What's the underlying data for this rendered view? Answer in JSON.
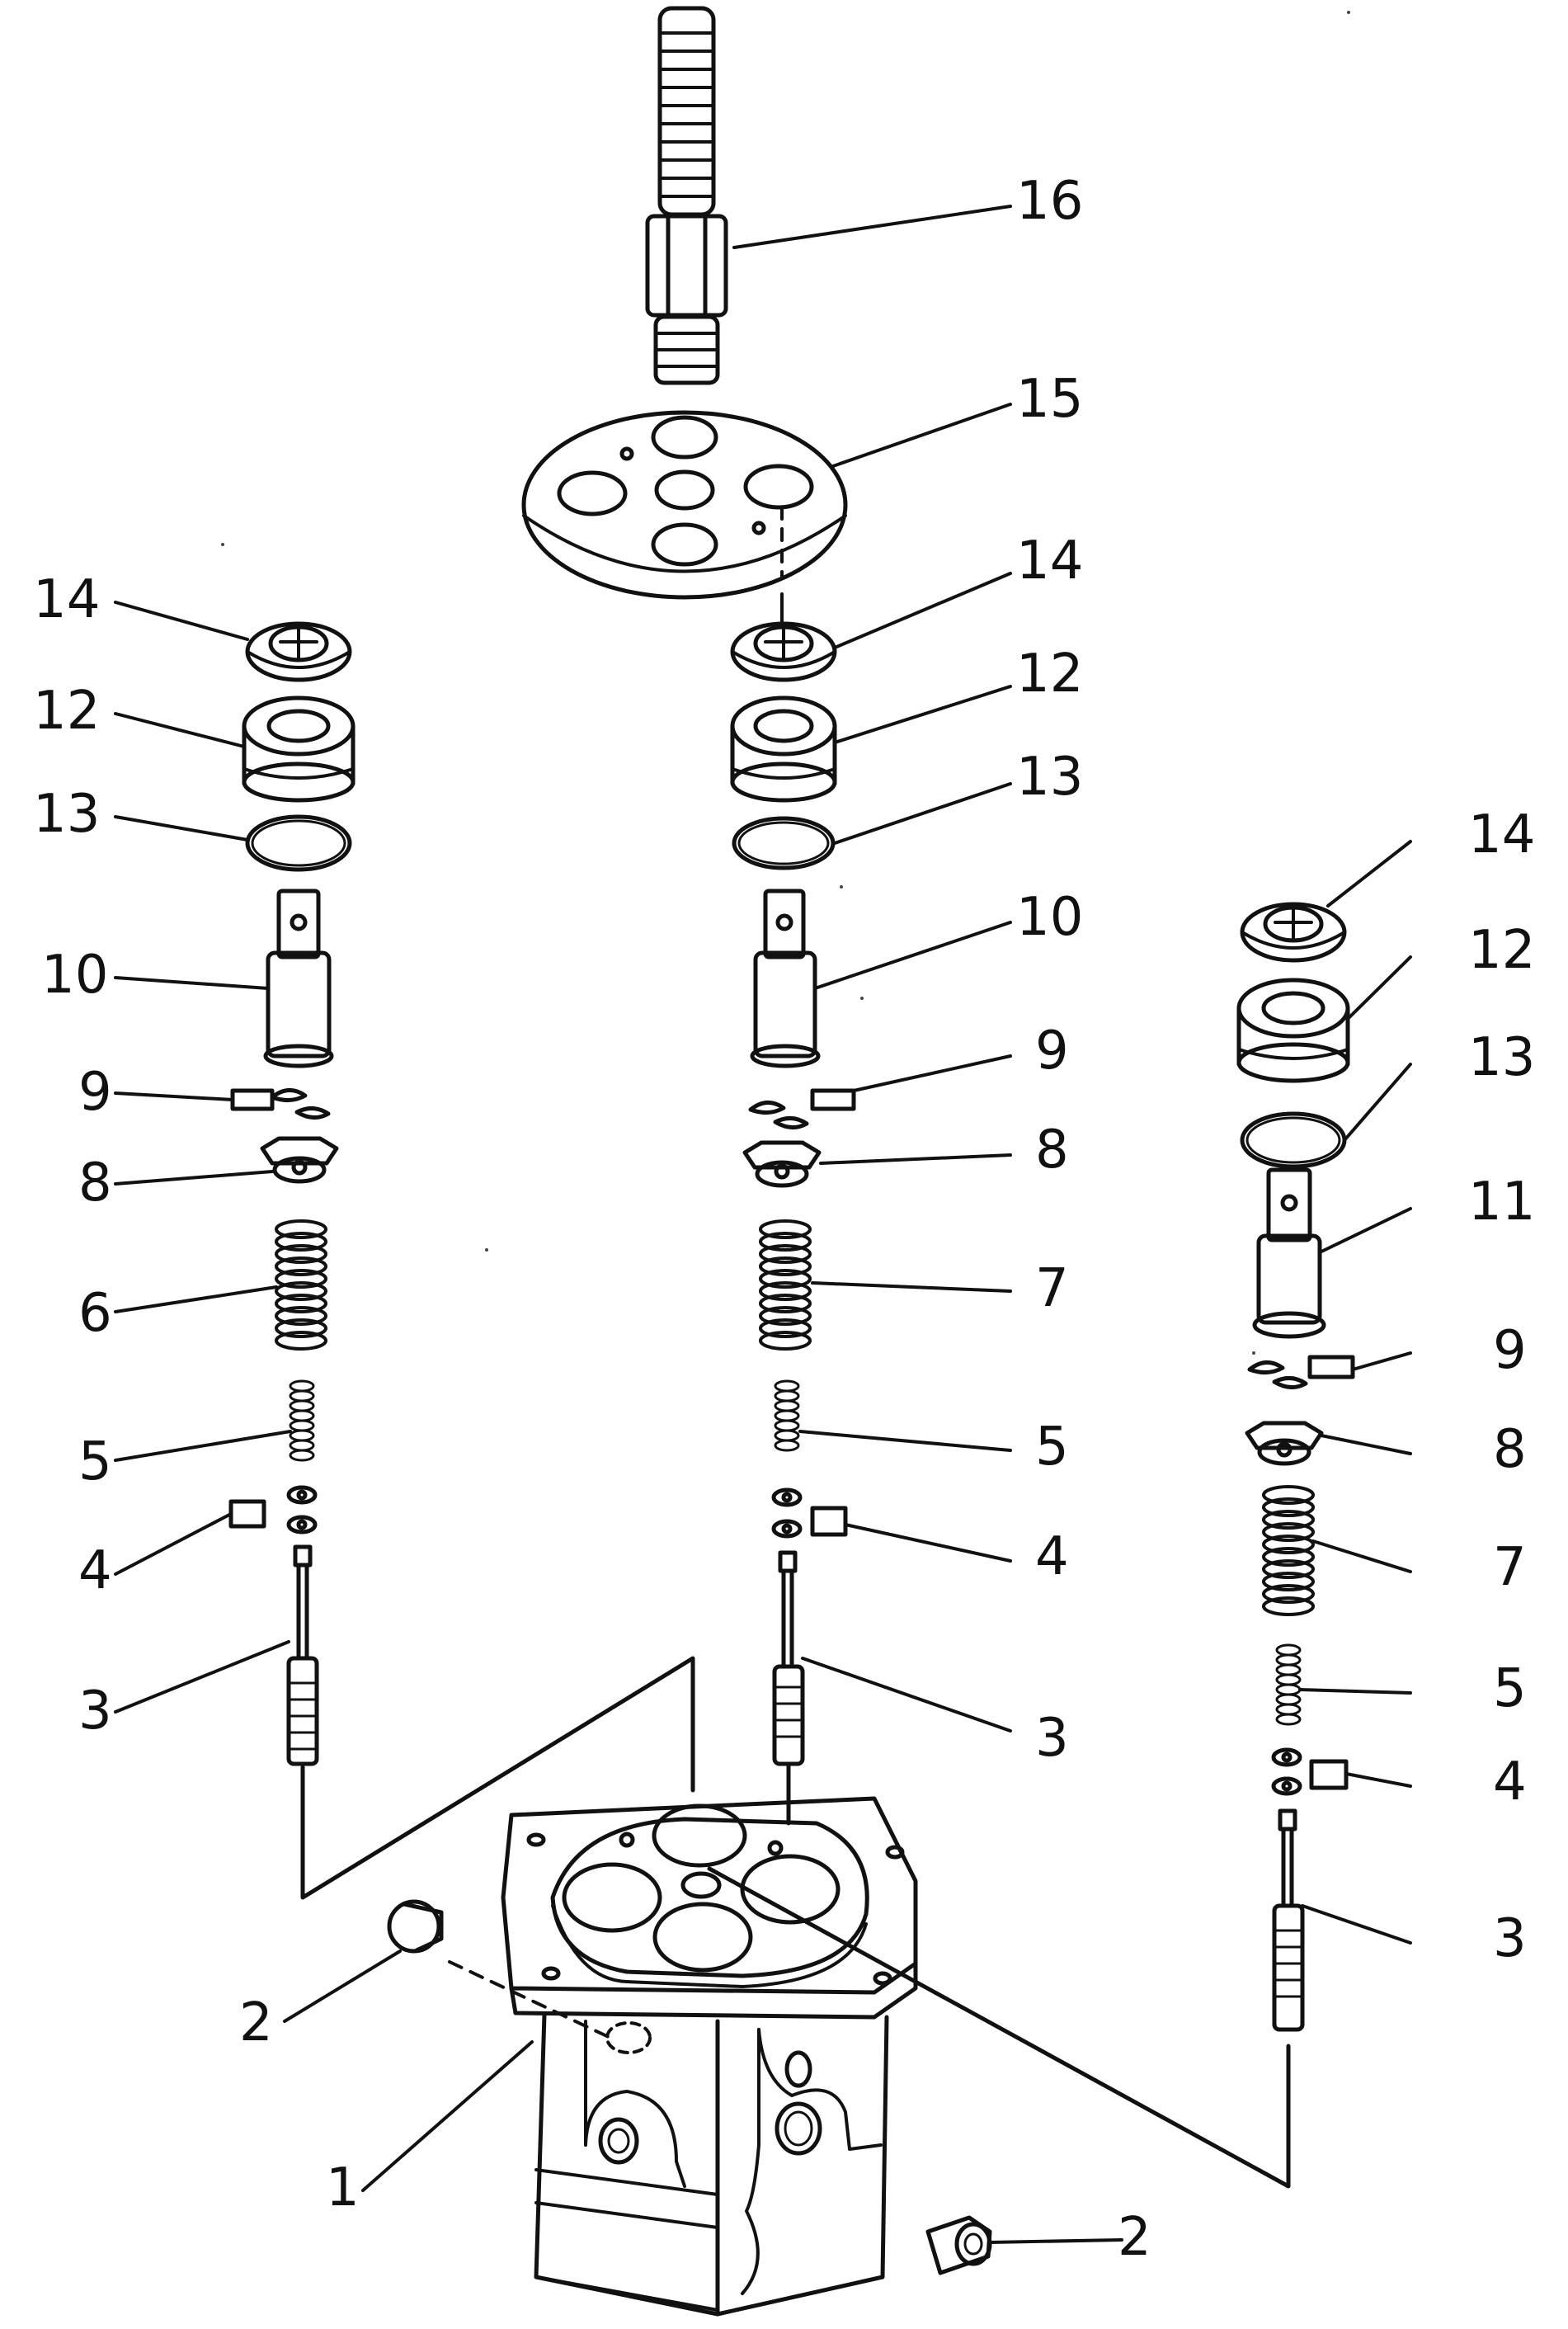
{
  "diagram": {
    "type": "exploded-parts-view",
    "callouts": [
      {
        "id": "c16",
        "label": "16"
      },
      {
        "id": "c15",
        "label": "15"
      },
      {
        "id": "c14a",
        "label": "14"
      },
      {
        "id": "c14b",
        "label": "14"
      },
      {
        "id": "c14c",
        "label": "14"
      },
      {
        "id": "c12a",
        "label": "12"
      },
      {
        "id": "c12b",
        "label": "12"
      },
      {
        "id": "c12c",
        "label": "12"
      },
      {
        "id": "c13a",
        "label": "13"
      },
      {
        "id": "c13b",
        "label": "13"
      },
      {
        "id": "c13c",
        "label": "13"
      },
      {
        "id": "c10a",
        "label": "10"
      },
      {
        "id": "c10b",
        "label": "10"
      },
      {
        "id": "c11",
        "label": "11"
      },
      {
        "id": "c9a",
        "label": "9"
      },
      {
        "id": "c9b",
        "label": "9"
      },
      {
        "id": "c9c",
        "label": "9"
      },
      {
        "id": "c8a",
        "label": "8"
      },
      {
        "id": "c8b",
        "label": "8"
      },
      {
        "id": "c8c",
        "label": "8"
      },
      {
        "id": "c6",
        "label": "6"
      },
      {
        "id": "c7a",
        "label": "7"
      },
      {
        "id": "c7b",
        "label": "7"
      },
      {
        "id": "c5a",
        "label": "5"
      },
      {
        "id": "c5b",
        "label": "5"
      },
      {
        "id": "c5c",
        "label": "5"
      },
      {
        "id": "c4a",
        "label": "4"
      },
      {
        "id": "c4b",
        "label": "4"
      },
      {
        "id": "c4c",
        "label": "4"
      },
      {
        "id": "c3a",
        "label": "3"
      },
      {
        "id": "c3b",
        "label": "3"
      },
      {
        "id": "c3c",
        "label": "3"
      },
      {
        "id": "c2a",
        "label": "2"
      },
      {
        "id": "c2b",
        "label": "2"
      },
      {
        "id": "c1",
        "label": "1"
      }
    ],
    "colors": {
      "line": "#111111",
      "background": "#ffffff"
    }
  }
}
